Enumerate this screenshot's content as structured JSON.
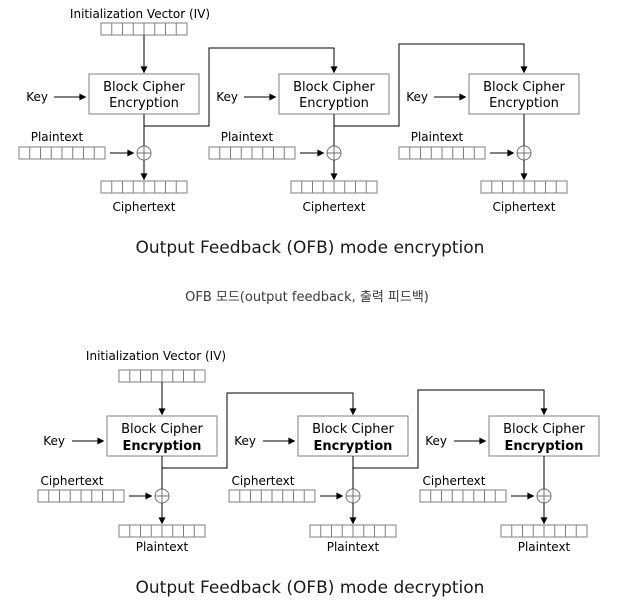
{
  "encryption": {
    "title": "Output Feedback (OFB) mode encryption",
    "iv_label": "Initialization Vector (IV)",
    "key_label": "Key",
    "cipher_box": {
      "line1": "Block Cipher",
      "line2": "Encryption"
    },
    "input_label": "Plaintext",
    "output_label": "Ciphertext",
    "unit_count": 3,
    "register_cells": 8
  },
  "caption": "OFB 모드(output feedback, 출력 피드백)",
  "decryption": {
    "title": "Output Feedback (OFB) mode decryption",
    "iv_label": "Initialization Vector (IV)",
    "key_label": "Key",
    "cipher_box": {
      "line1": "Block Cipher",
      "line2": "Encryption"
    },
    "input_label": "Ciphertext",
    "output_label": "Plaintext",
    "unit_count": 3,
    "register_cells": 8
  },
  "colors": {
    "background": "#ffffff",
    "wire": "#000000",
    "box_border": "#808080",
    "register_border": "#808080",
    "xor_stroke": "#707070",
    "label_text": "#000000",
    "title_text": "#1a1a1a",
    "caption_text": "#3a3a3a"
  }
}
